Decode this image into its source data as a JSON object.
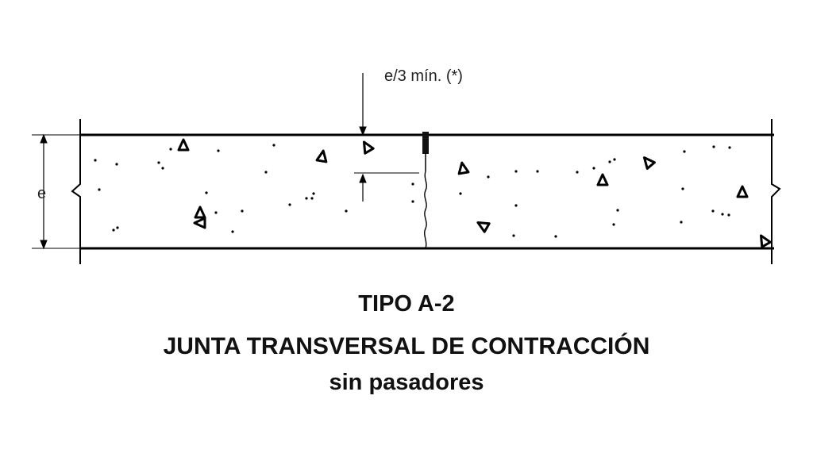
{
  "labels": {
    "dimension_top": "e/3 mín. (*)",
    "dimension_left": "e"
  },
  "caption": {
    "type": "TIPO A-2",
    "title": "JUNTA TRANSVERSAL DE CONTRACCIÓN",
    "subtitle": "sin pasadores"
  }
}
